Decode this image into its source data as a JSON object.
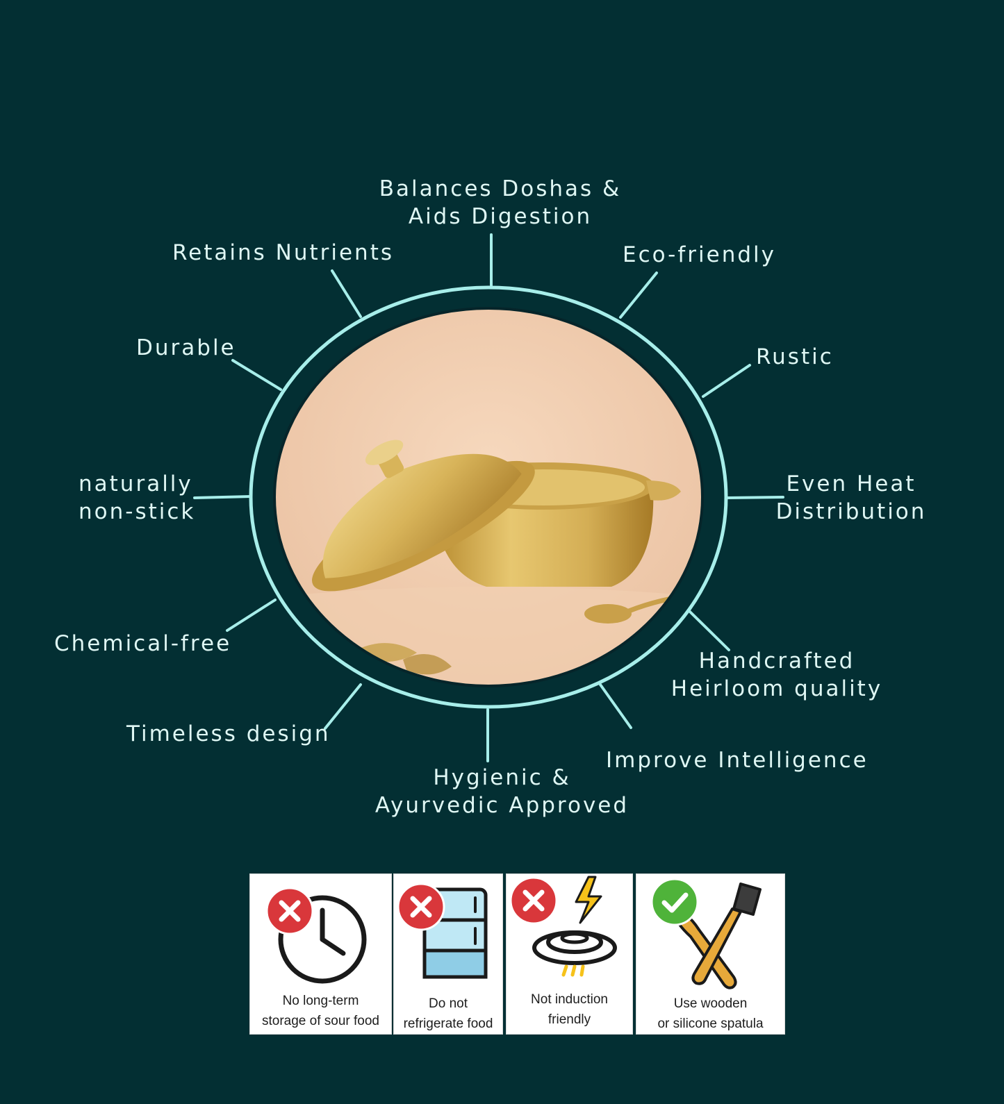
{
  "features": {
    "balances": [
      "Balances Doshas &",
      "Aids Digestion"
    ],
    "retains": "Retains Nutrients",
    "eco": "Eco-friendly",
    "durable": "Durable",
    "rustic": "Rustic",
    "nonstick": [
      "naturally",
      "non-stick"
    ],
    "heat": [
      "Even Heat",
      "Distribution"
    ],
    "chemical": "Chemical-free",
    "handcrafted": [
      "Handcrafted",
      "Heirloom quality"
    ],
    "timeless": "Timeless design",
    "intelligence": "Improve Intelligence",
    "hygienic": [
      "Hygienic &",
      "Ayurvedic Approved"
    ]
  },
  "care": [
    {
      "lines": [
        "No long-term",
        "storage of sour food"
      ],
      "status": "not-allowed",
      "icon": "clock-icon"
    },
    {
      "lines": [
        "Do not",
        "refrigerate food"
      ],
      "status": "not-allowed",
      "icon": "refrigerator-icon"
    },
    {
      "lines": [
        "Not induction",
        "friendly"
      ],
      "status": "not-allowed",
      "icon": "induction-icon"
    },
    {
      "lines": [
        "Use wooden",
        "or silicone spatula"
      ],
      "status": "allowed",
      "icon": "spatula-icon"
    }
  ],
  "colors": {
    "background": "#032f33",
    "ring": "#a7eeea",
    "text": "#dff7f4",
    "cross": "#d9373b",
    "check": "#4fb33a",
    "brass": "#d8b45a"
  }
}
